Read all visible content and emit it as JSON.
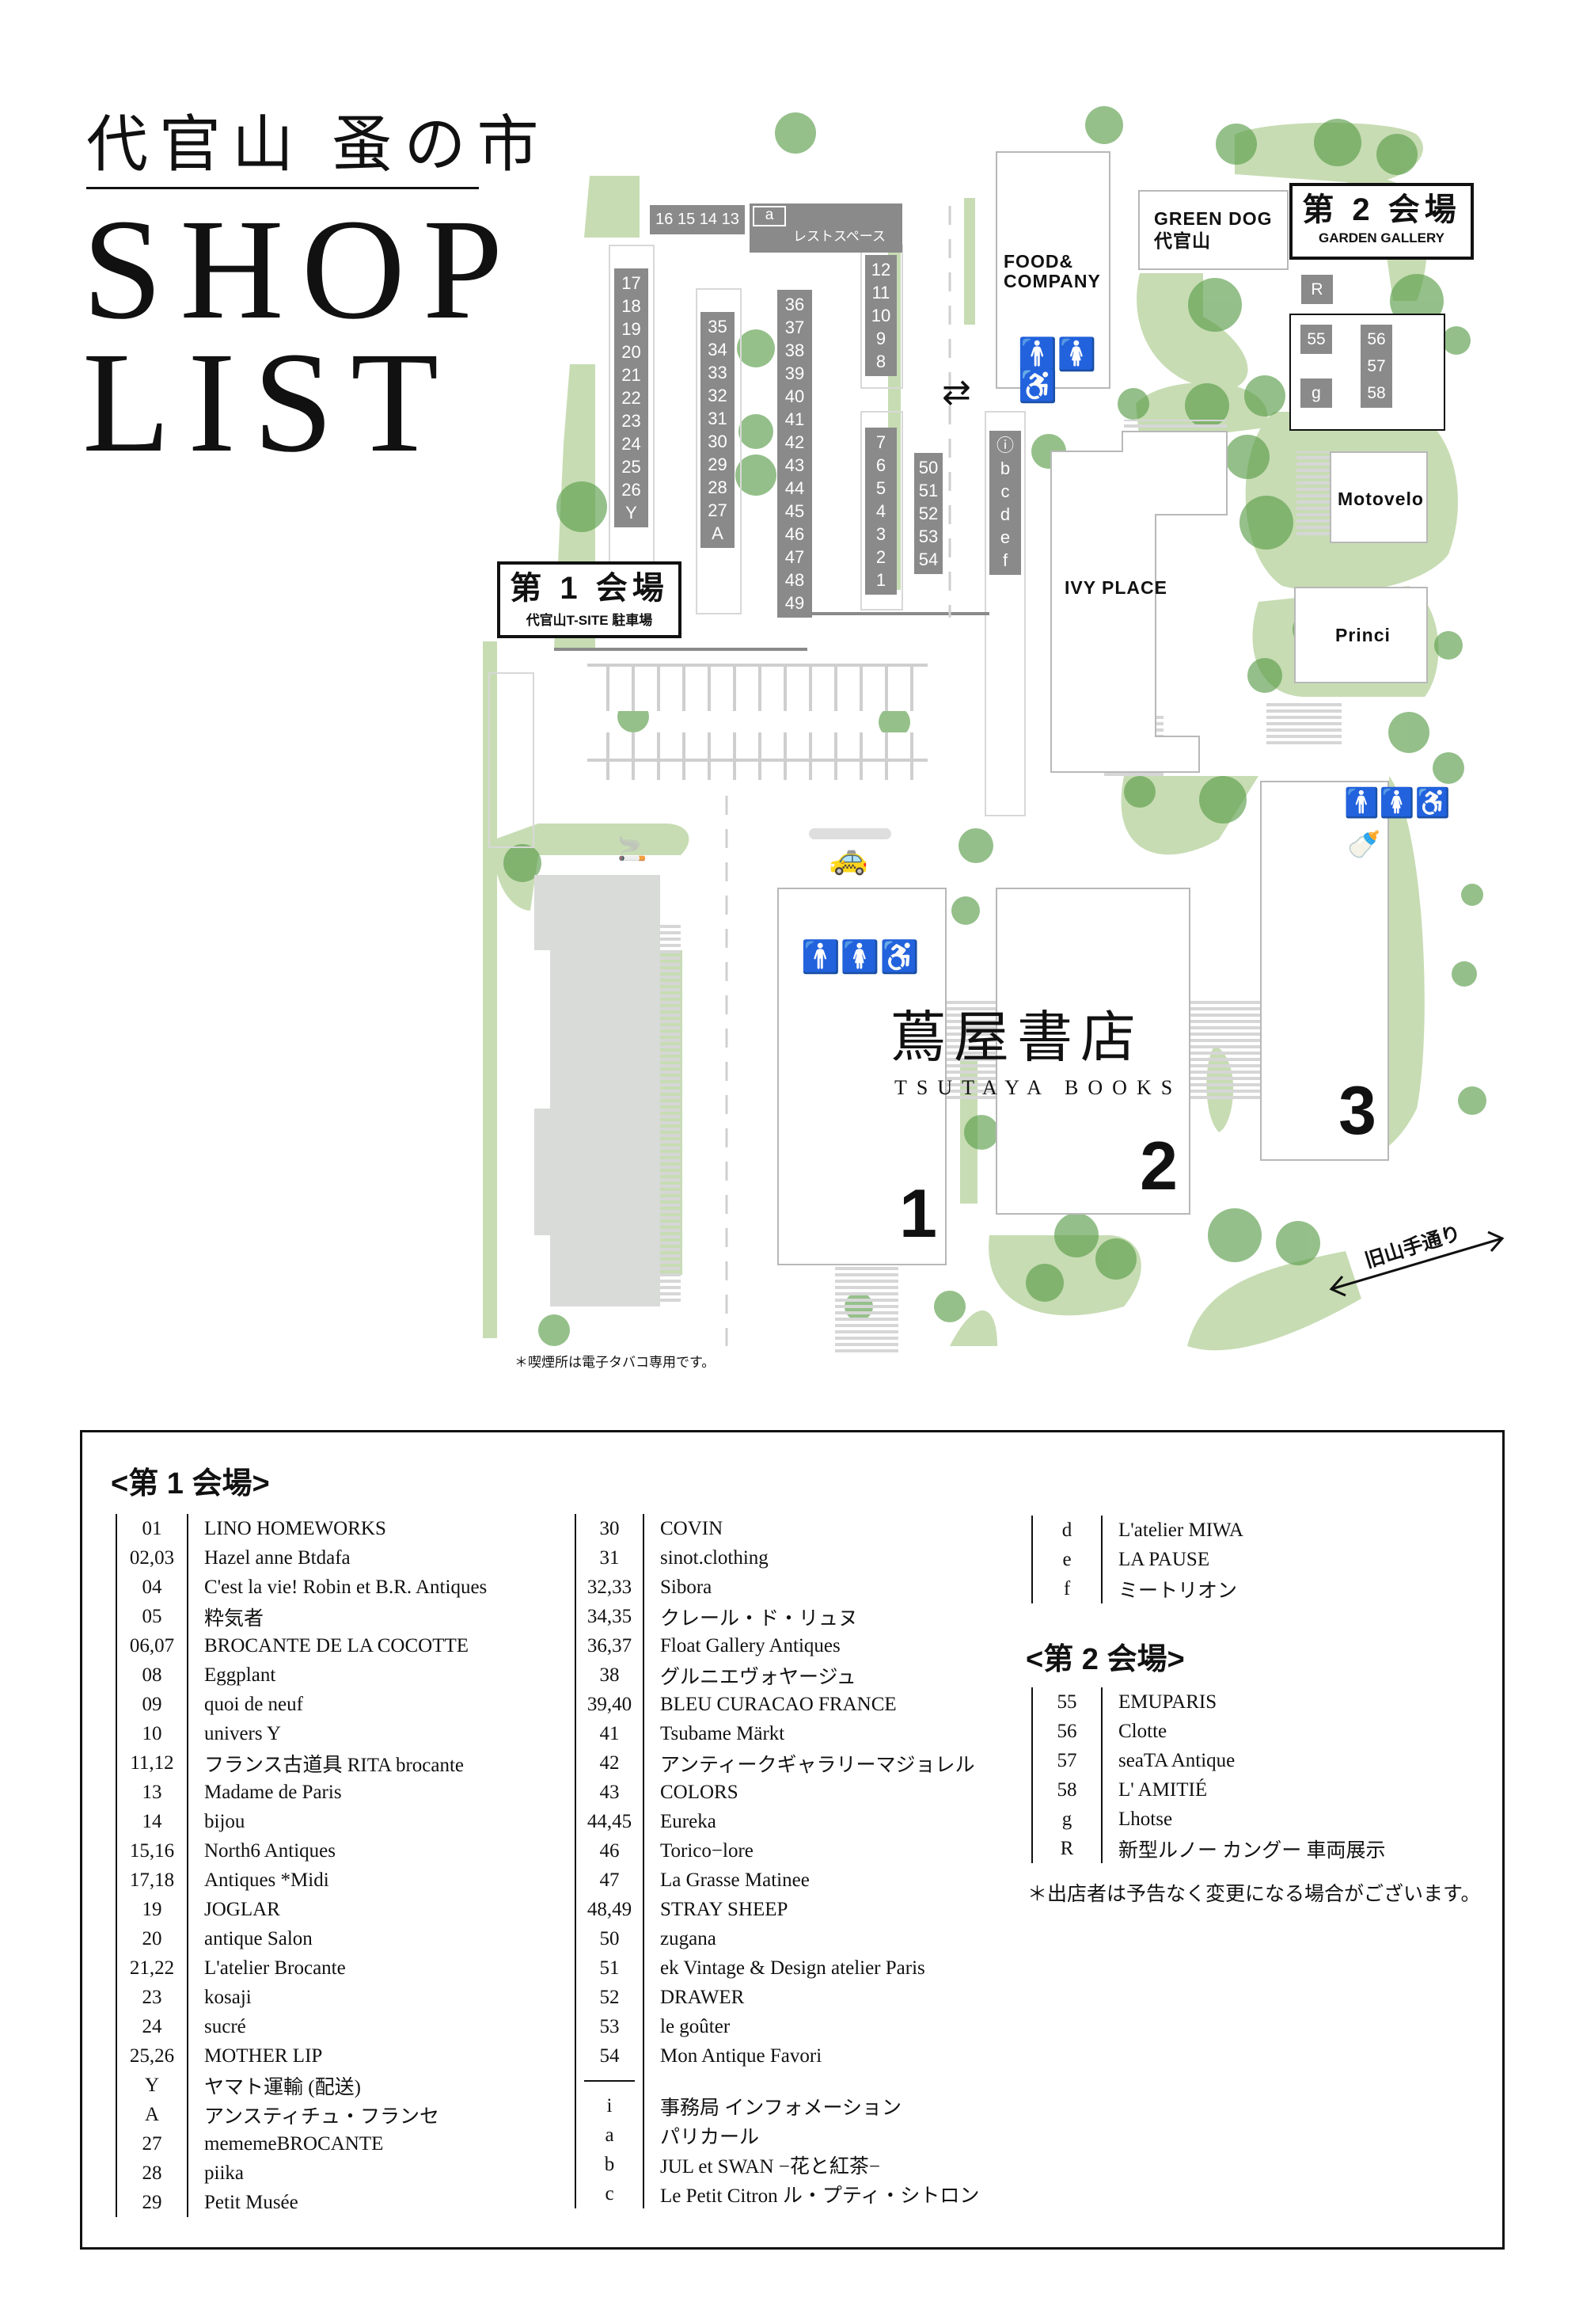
{
  "title": {
    "jp": "代官山 蚤の市",
    "line1": "SHOP",
    "line2": "LIST"
  },
  "map": {
    "venue1": {
      "title": "第 1 会場",
      "subtitle": "代官山T-SITE 駐車場"
    },
    "venue2": {
      "title": "第 2 会場",
      "subtitle": "GARDEN GALLERY"
    },
    "top_row": "16 15 14 13",
    "rest_space": {
      "code": "a",
      "label": "レストスペース"
    },
    "columns": {
      "c17": [
        "17",
        "18",
        "19",
        "20",
        "21",
        "22",
        "23",
        "24",
        "25",
        "26",
        "Y"
      ],
      "c35": [
        "35",
        "34",
        "33",
        "32",
        "31",
        "30",
        "29",
        "28",
        "27",
        "A"
      ],
      "c36": [
        "36",
        "37",
        "38",
        "39",
        "40",
        "41",
        "42",
        "43",
        "44",
        "45",
        "46",
        "47",
        "48",
        "49"
      ],
      "c12": [
        "12",
        "11",
        "10",
        "9",
        "8"
      ],
      "c7": [
        "7",
        "6",
        "5",
        "4",
        "3",
        "2",
        "1"
      ],
      "c50": [
        "50",
        "51",
        "52",
        "53",
        "54"
      ],
      "cinfo": [
        "ⓘ",
        "b",
        "c",
        "d",
        "e",
        "f"
      ]
    },
    "venue2_stalls": {
      "r": "R",
      "s55": "55",
      "s56": "56",
      "s57": "57",
      "s58": "58",
      "g": "g"
    },
    "buildings": {
      "food": "FOOD&\nCOMPANY",
      "green_dog": "GREEN DOG",
      "green_dog_sub": "代官山",
      "ivy": "IVY PLACE",
      "motovelo": "Motovelo",
      "princi": "Princi",
      "tsutaya_jp": "蔦屋書店",
      "tsutaya_en": "TSUTAYA BOOKS",
      "b1": "1",
      "b2": "2",
      "b3": "3"
    },
    "street": "旧山手通り",
    "smoking_note": "＊喫煙所は電子タバコ専用です。",
    "colors": {
      "green_area": "#c7dcb3",
      "tree": "#5c9e4c",
      "stall": "#8a8a8a",
      "female": "#d9161c"
    }
  },
  "list": {
    "venue1_heading": "<第 1 会場>",
    "venue2_heading": "<第 2 会場>",
    "col1": [
      {
        "no": "01",
        "name": "LINO HOMEWORKS"
      },
      {
        "no": "02,03",
        "name": "Hazel anne Btdafa"
      },
      {
        "no": "04",
        "name": "C'est la vie! Robin et B.R. Antiques"
      },
      {
        "no": "05",
        "name": "粋気者"
      },
      {
        "no": "06,07",
        "name": "BROCANTE DE LA COCOTTE"
      },
      {
        "no": "08",
        "name": "Eggplant"
      },
      {
        "no": "09",
        "name": "quoi de neuf"
      },
      {
        "no": "10",
        "name": "univers Y"
      },
      {
        "no": "11,12",
        "name": "フランス古道具 RITA brocante"
      },
      {
        "no": "13",
        "name": "Madame de Paris"
      },
      {
        "no": "14",
        "name": "bijou"
      },
      {
        "no": "15,16",
        "name": "North6 Antiques"
      },
      {
        "no": "17,18",
        "name": "Antiques *Midi"
      },
      {
        "no": "19",
        "name": "JOGLAR"
      },
      {
        "no": "20",
        "name": "antique Salon"
      },
      {
        "no": "21,22",
        "name": "L'atelier Brocante"
      },
      {
        "no": "23",
        "name": "kosaji"
      },
      {
        "no": "24",
        "name": "sucré"
      },
      {
        "no": "25,26",
        "name": "MOTHER LIP"
      },
      {
        "no": "Y",
        "name": "ヤマト運輸 (配送)"
      },
      {
        "no": "A",
        "name": "アンスティチュ・フランセ"
      },
      {
        "no": "27",
        "name": "mememeBROCANTE"
      },
      {
        "no": "28",
        "name": "piika"
      },
      {
        "no": "29",
        "name": "Petit Musée"
      }
    ],
    "col2": [
      {
        "no": "30",
        "name": "COVIN"
      },
      {
        "no": "31",
        "name": "sinot.clothing"
      },
      {
        "no": "32,33",
        "name": "Sibora"
      },
      {
        "no": "34,35",
        "name": "クレール・ド・リュヌ"
      },
      {
        "no": "36,37",
        "name": "Float Gallery Antiques"
      },
      {
        "no": "38",
        "name": "グルニエヴォヤージュ"
      },
      {
        "no": "39,40",
        "name": "BLEU CURACAO FRANCE"
      },
      {
        "no": "41",
        "name": "Tsubame Märkt"
      },
      {
        "no": "42",
        "name": "アンティークギャラリーマジョレル"
      },
      {
        "no": "43",
        "name": "COLORS"
      },
      {
        "no": "44,45",
        "name": "Eureka"
      },
      {
        "no": "46",
        "name": "Torico−lore"
      },
      {
        "no": "47",
        "name": "La Grasse Matinee"
      },
      {
        "no": "48,49",
        "name": "STRAY SHEEP"
      },
      {
        "no": "50",
        "name": "zugana"
      },
      {
        "no": "51",
        "name": "ek Vintage & Design atelier Paris"
      },
      {
        "no": "52",
        "name": "DRAWER"
      },
      {
        "no": "53",
        "name": "le goûter"
      },
      {
        "no": "54",
        "name": "Mon Antique Favori"
      }
    ],
    "col2_extra": [
      {
        "no": "i",
        "name": "事務局 インフォメーション"
      },
      {
        "no": "a",
        "name": "パリカール"
      },
      {
        "no": "b",
        "name": "JUL et SWAN −花と紅茶−"
      },
      {
        "no": "c",
        "name": "Le Petit Citron ル・プティ・シトロン"
      }
    ],
    "col3": [
      {
        "no": "d",
        "name": "L'atelier MIWA"
      },
      {
        "no": "e",
        "name": "LA PAUSE"
      },
      {
        "no": "f",
        "name": "ミートリオン"
      }
    ],
    "venue2": [
      {
        "no": "55",
        "name": "EMUPARIS"
      },
      {
        "no": "56",
        "name": "Clotte"
      },
      {
        "no": "57",
        "name": "seaTA Antique"
      },
      {
        "no": "58",
        "name": "L' AMITIÉ"
      },
      {
        "no": "g",
        "name": "Lhotse"
      },
      {
        "no": "R",
        "name": "新型ルノー カングー 車両展示"
      }
    ],
    "notice": "＊出店者は予告なく変更になる場合がございます。"
  }
}
